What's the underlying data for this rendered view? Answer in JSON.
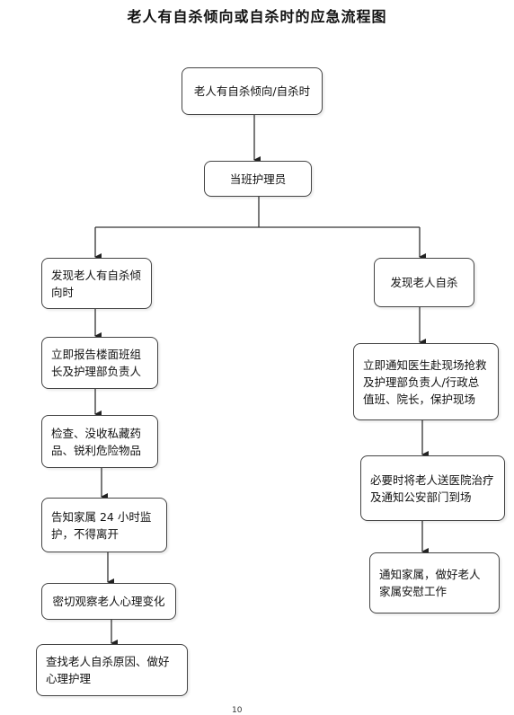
{
  "title": "老人有自杀倾向或自杀时的应急流程图",
  "nodes": {
    "start": "老人有自杀倾向/自杀时",
    "caregiver": "当班护理员",
    "left1": "发现老人有自杀倾向时",
    "left2": "立即报告楼面班组长及护理部负责人",
    "left3": "检查、没收私藏药品、锐利危险物品",
    "left4": "告知家属 24 小时监护，不得离开",
    "left5": "密切观察老人心理变化",
    "left6": "查找老人自杀原因、做好心理护理",
    "right1": "发现老人自杀",
    "right2": "立即通知医生赴现场抢救及护理部负责人/行政总值班、院长，保护现场",
    "right3": "必要时将老人送医院治疗及通知公安部门到场",
    "right4": "通知家属，做好老人家属安慰工作"
  },
  "page_number": "10"
}
